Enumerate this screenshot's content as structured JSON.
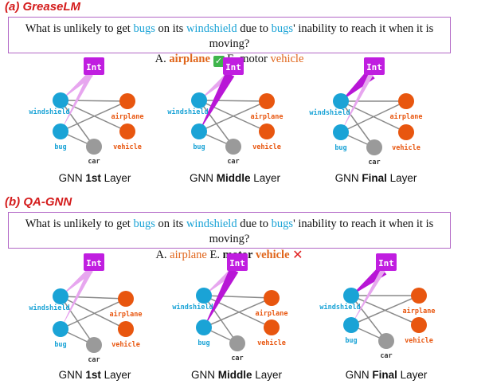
{
  "sections": [
    {
      "title": "(a) GreaseLM",
      "question": {
        "prefix": "What is unlikely to get ",
        "w_bugs1": "bugs",
        "mid1": " on its ",
        "w_windshield": "windshield",
        "mid2": " due to ",
        "w_bugs2": "bugs",
        "suffix": "' inability to reach it when it is moving?",
        "optA_letter": "A. ",
        "optA_text": "airplane",
        "optE_letter": " E. motor ",
        "optE_text": "vehicle"
      },
      "result_icon": "check-icon",
      "captions": [
        {
          "pre": "GNN ",
          "bold": "1st",
          "post": " Layer"
        },
        {
          "pre": "GNN ",
          "bold": "Middle",
          "post": " Layer"
        },
        {
          "pre": "GNN ",
          "bold": "Final",
          "post": " Layer"
        }
      ]
    },
    {
      "title": "(b) QA-GNN",
      "question": {
        "prefix": "What is unlikely to get ",
        "w_bugs1": "bugs",
        "mid1": " on its ",
        "w_windshield": "windshield",
        "mid2": " due to ",
        "w_bugs2": "bugs",
        "suffix": "' inability to reach it when it is moving?",
        "optA_letter": "A. ",
        "optA_text": "airplane",
        "optE_letter": "  E. ",
        "optE_bold_word": "motor ",
        "optE_text": "vehicle"
      },
      "result_icon": "cross-icon",
      "captions": [
        {
          "pre": "GNN ",
          "bold": "1st",
          "post": " Layer"
        },
        {
          "pre": "GNN ",
          "bold": "Middle",
          "post": " Layer"
        },
        {
          "pre": "GNN ",
          "bold": "Final",
          "post": " Layer"
        }
      ]
    }
  ],
  "graph": {
    "int_label": "Int",
    "node_labels": {
      "windshield": "windshield",
      "airplane": "airplane",
      "bug": "bug",
      "vehicle": "vehicle",
      "car": "car"
    },
    "colors": {
      "blue_node": "#1aa3d6",
      "orange_node": "#e8560f",
      "gray_node": "#9a9a9a",
      "int_node": "#c01ee0",
      "attention_light": "#e7a6ef",
      "attention_strong": "#b816d6",
      "edge": "#8a8a8a"
    }
  }
}
